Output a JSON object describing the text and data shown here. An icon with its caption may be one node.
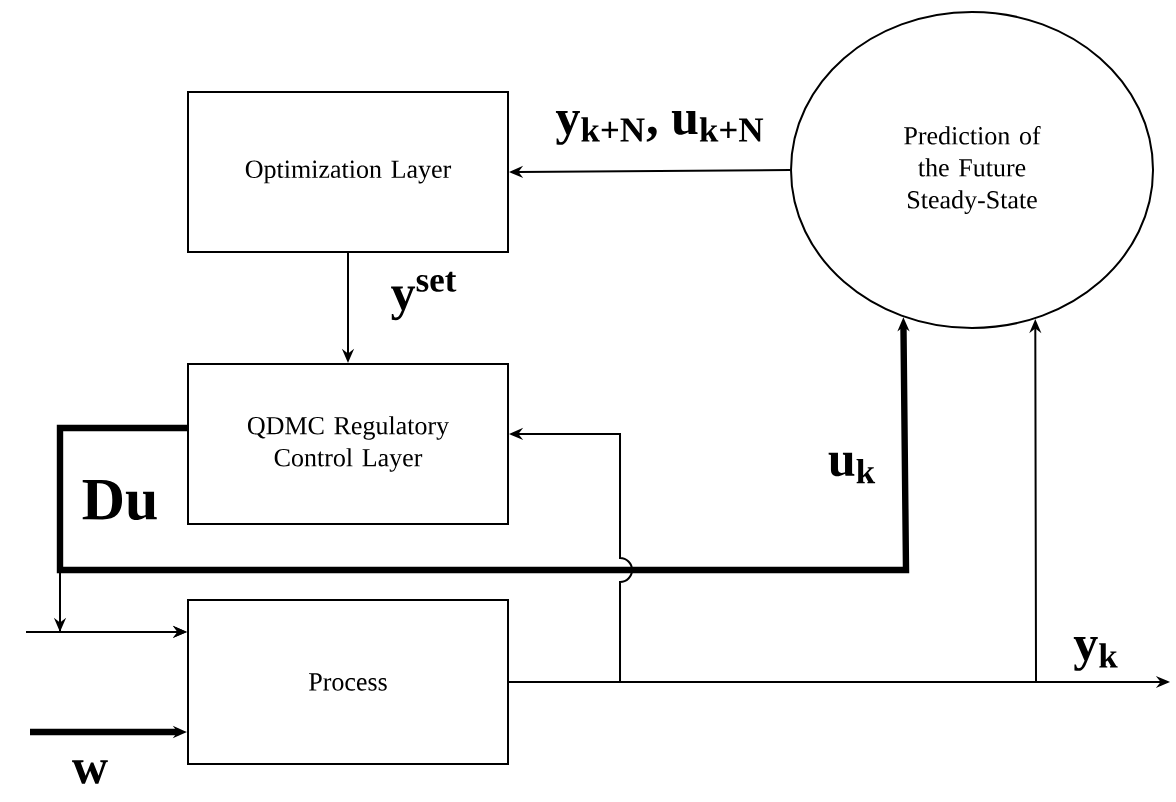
{
  "diagram": {
    "nodes": [
      {
        "text": [
          "Optimization Layer"
        ]
      },
      {
        "text": [
          "Prediction of the Future Steady-State"
        ]
      },
      {
        "text": [
          "QDMC Regulatory Control Layer"
        ]
      },
      {
        "text": [
          "Process"
        ]
      }
    ],
    "edges": [
      {
        "from": 1,
        "to": 0,
        "arrow": "to",
        "label": "y$_{k+N}$, u$_{k+N}$"
      },
      {
        "from": 0,
        "to": 2,
        "arrow": "to",
        "label": "y$^{set}$"
      },
      {
        "from": 2,
        "to": 3,
        "arrow": "to",
        "label": "Du"
      },
      {
        "from": 2,
        "to": 1,
        "arrow": "to",
        "style": "thick",
        "label": "u$_{k}$"
      },
      {
        "from": 3,
        "to": 2,
        "arrow": "to"
      },
      {
        "from": 3,
        "to": null,
        "arrow": "to",
        "label": "y$_{k}$"
      },
      {
        "from": 3,
        "to": 1,
        "arrow": "to"
      },
      {
        "from": null,
        "to": 3,
        "arrow": "to"
      },
      {
        "from": null,
        "to": 3,
        "arrow": "to",
        "style": "thick",
        "label": "w"
      }
    ]
  }
}
